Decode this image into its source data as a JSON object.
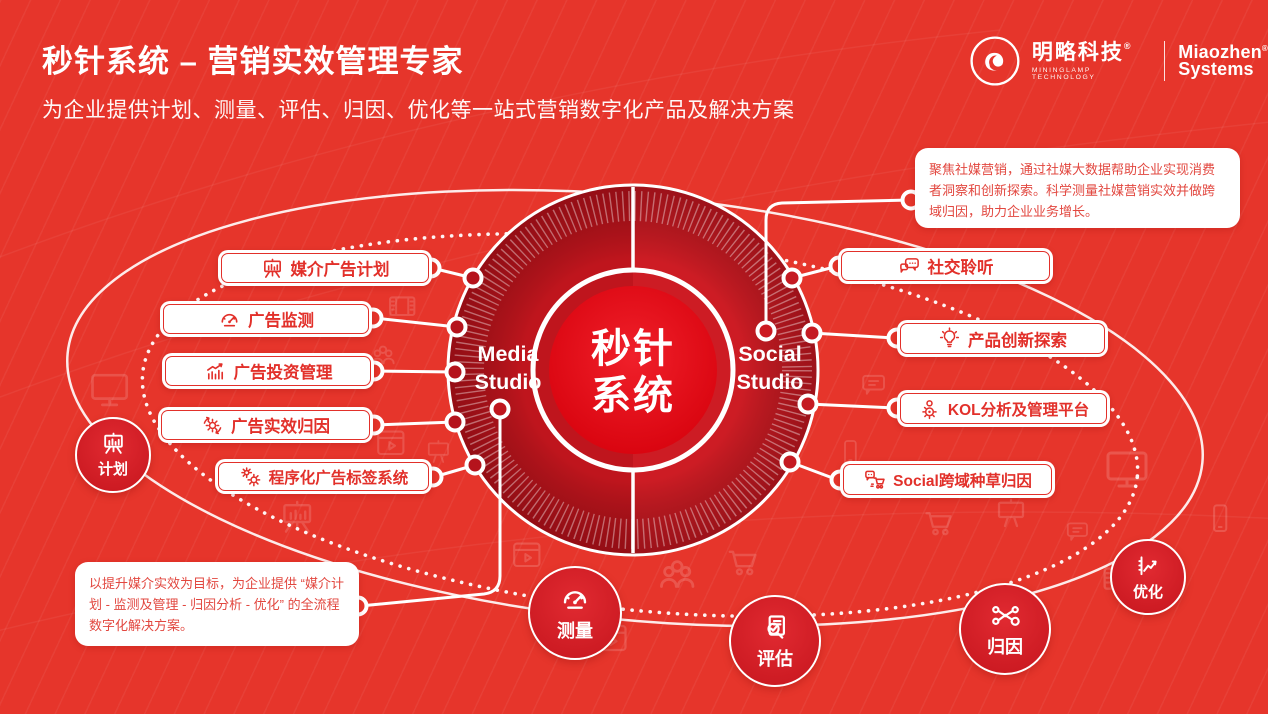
{
  "header": {
    "title": "秒针系统 – 营销实效管理专家",
    "subtitle": "为企业提供计划、测量、评估、归因、优化等一站式营销数字化产品及解决方案"
  },
  "logo": {
    "brand_cn": "明略科技",
    "brand_reg": "®",
    "brand_sub": "MININGLAMP TECHNOLOGY",
    "product_line1": "Miaozhen",
    "product_reg": "®",
    "product_line2": "Systems"
  },
  "hub": {
    "name_line1": "秒针",
    "name_line2": "系统",
    "media_studio_line1": "Media",
    "media_studio_line2": "Studio",
    "social_studio_line1": "Social",
    "social_studio_line2": "Studio"
  },
  "media_products": [
    {
      "label": "媒介广告计划",
      "icon": "presentation-board-icon"
    },
    {
      "label": "广告监测",
      "icon": "gauge-icon"
    },
    {
      "label": "广告投资管理",
      "icon": "bar-chart-growth-icon"
    },
    {
      "label": "广告实效归因",
      "icon": "gear-sync-icon"
    },
    {
      "label": "程序化广告标签系统",
      "icon": "double-gears-icon"
    }
  ],
  "social_products": [
    {
      "label": "社交聆听",
      "icon": "chat-bubbles-icon"
    },
    {
      "label": "产品创新探索",
      "icon": "lightbulb-icon"
    },
    {
      "label": "KOL分析及管理平台",
      "icon": "person-gear-icon"
    },
    {
      "label": "Social跨域种草归因",
      "icon": "chat-cart-icon"
    }
  ],
  "callouts": {
    "social": "聚焦社媒营销，通过社媒大数据帮助企业实现消费者洞察和创新探索。科学测量社媒营销实效并做跨域归因，助力企业业务增长。",
    "media": "以提升媒介实效为目标，为企业提供 “媒介计划 - 监测及管理 - 归因分析 - 优化” 的全流程数字化解决方案。"
  },
  "stages": [
    {
      "label": "计划",
      "icon": "presentation-board-icon"
    },
    {
      "label": "测量",
      "icon": "gauge-icon"
    },
    {
      "label": "评估",
      "icon": "audit-magnifier-icon"
    },
    {
      "label": "归因",
      "icon": "attribution-network-icon"
    },
    {
      "label": "优化",
      "icon": "optimize-chart-icon"
    }
  ],
  "colors": {
    "background": "#e6352b",
    "accent_red": "#e2302a",
    "hub_left_half": "#bf151d",
    "hub_right_half": "#cd1c24",
    "hub_center": "#e30613",
    "white": "#ffffff"
  }
}
